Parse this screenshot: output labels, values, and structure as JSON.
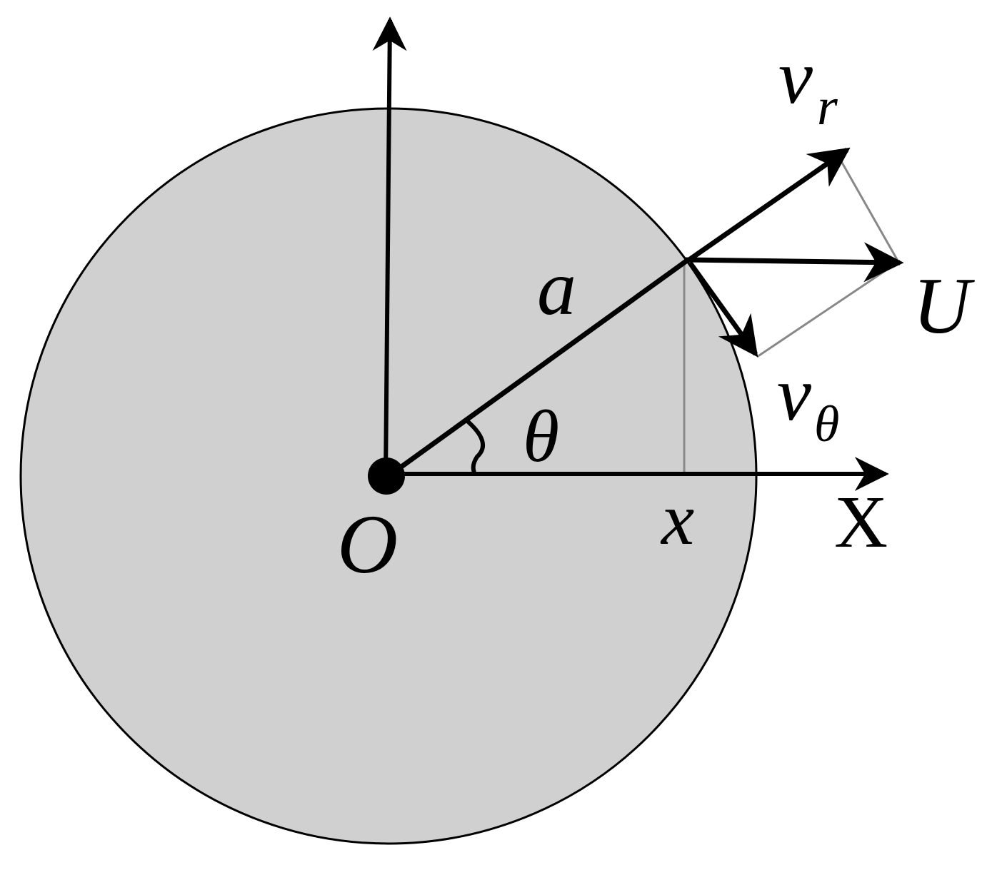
{
  "labels": {
    "origin": "O",
    "radius": "a",
    "angle": "θ",
    "x_coord": "x",
    "x_axis": "X",
    "velocity": "U",
    "v_main": "v",
    "v_r_sub": "r",
    "v_theta_sub": "θ"
  },
  "colors": {
    "disk_fill": "#d0d0d0",
    "ink": "#000000",
    "construction_lines": "#888888"
  }
}
